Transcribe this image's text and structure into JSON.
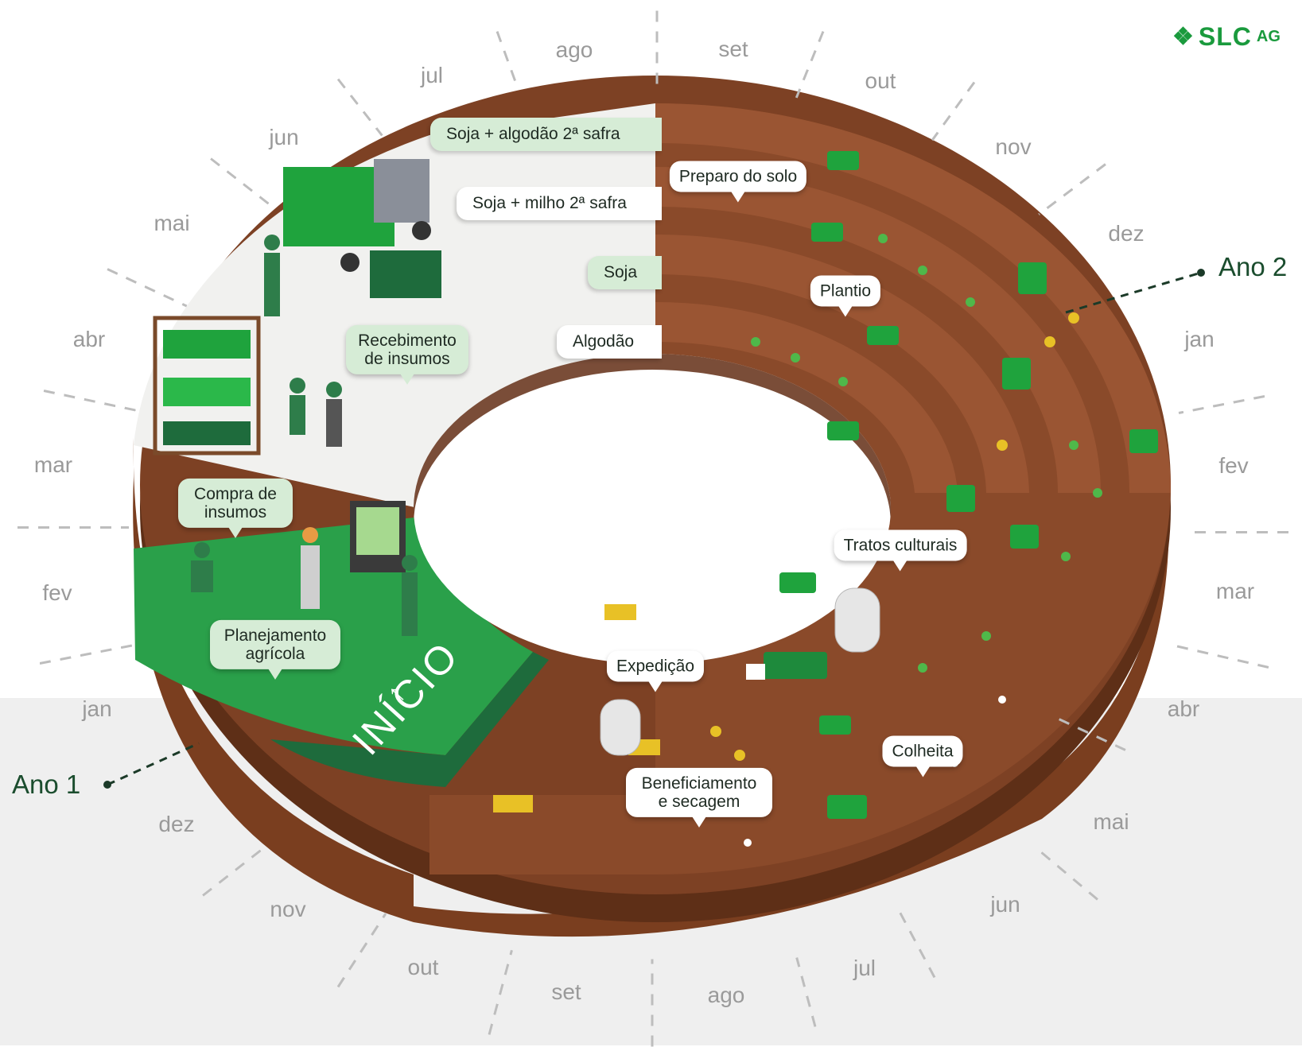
{
  "brand": {
    "logo_mark": "❖",
    "logo_word": "SLC",
    "logo_suffix": "AG"
  },
  "legend": [
    {
      "label": "Soja + algodão 2ª safra",
      "style": "green"
    },
    {
      "label": "Soja + milho 2ª safra",
      "style": "white"
    },
    {
      "label": "Soja",
      "style": "green"
    },
    {
      "label": "Algodão",
      "style": "white"
    }
  ],
  "year_labels": {
    "year1": "Ano 1",
    "year2": "Ano 2"
  },
  "start_label": "INÍCIO",
  "outer_months_top": [
    "jul",
    "ago",
    "set",
    "out",
    "nov",
    "dez",
    "jan",
    "fev",
    "mar",
    "abr",
    "mai",
    "jun",
    "jul",
    "ago",
    "set",
    "out",
    "nov",
    "dez",
    "jan",
    "fev",
    "mar",
    "abr",
    "mai",
    "jun"
  ],
  "callouts": {
    "preparo_solo": "Preparo do solo",
    "plantio": "Plantio",
    "tratos_culturais": "Tratos culturais",
    "expedicao": "Expedição",
    "beneficiamento": "Beneficiamento e secagem",
    "colheita": "Colheita",
    "recebimento": "Recebimento de insumos",
    "compra": "Compra de insumos",
    "planejamento": "Planejamento agrícola"
  },
  "colors": {
    "brand_green": "#1a9a3d",
    "soil_brown": "#6b3a22",
    "dark_green": "#1e6b3c",
    "light_green": "#d6ecd6"
  }
}
